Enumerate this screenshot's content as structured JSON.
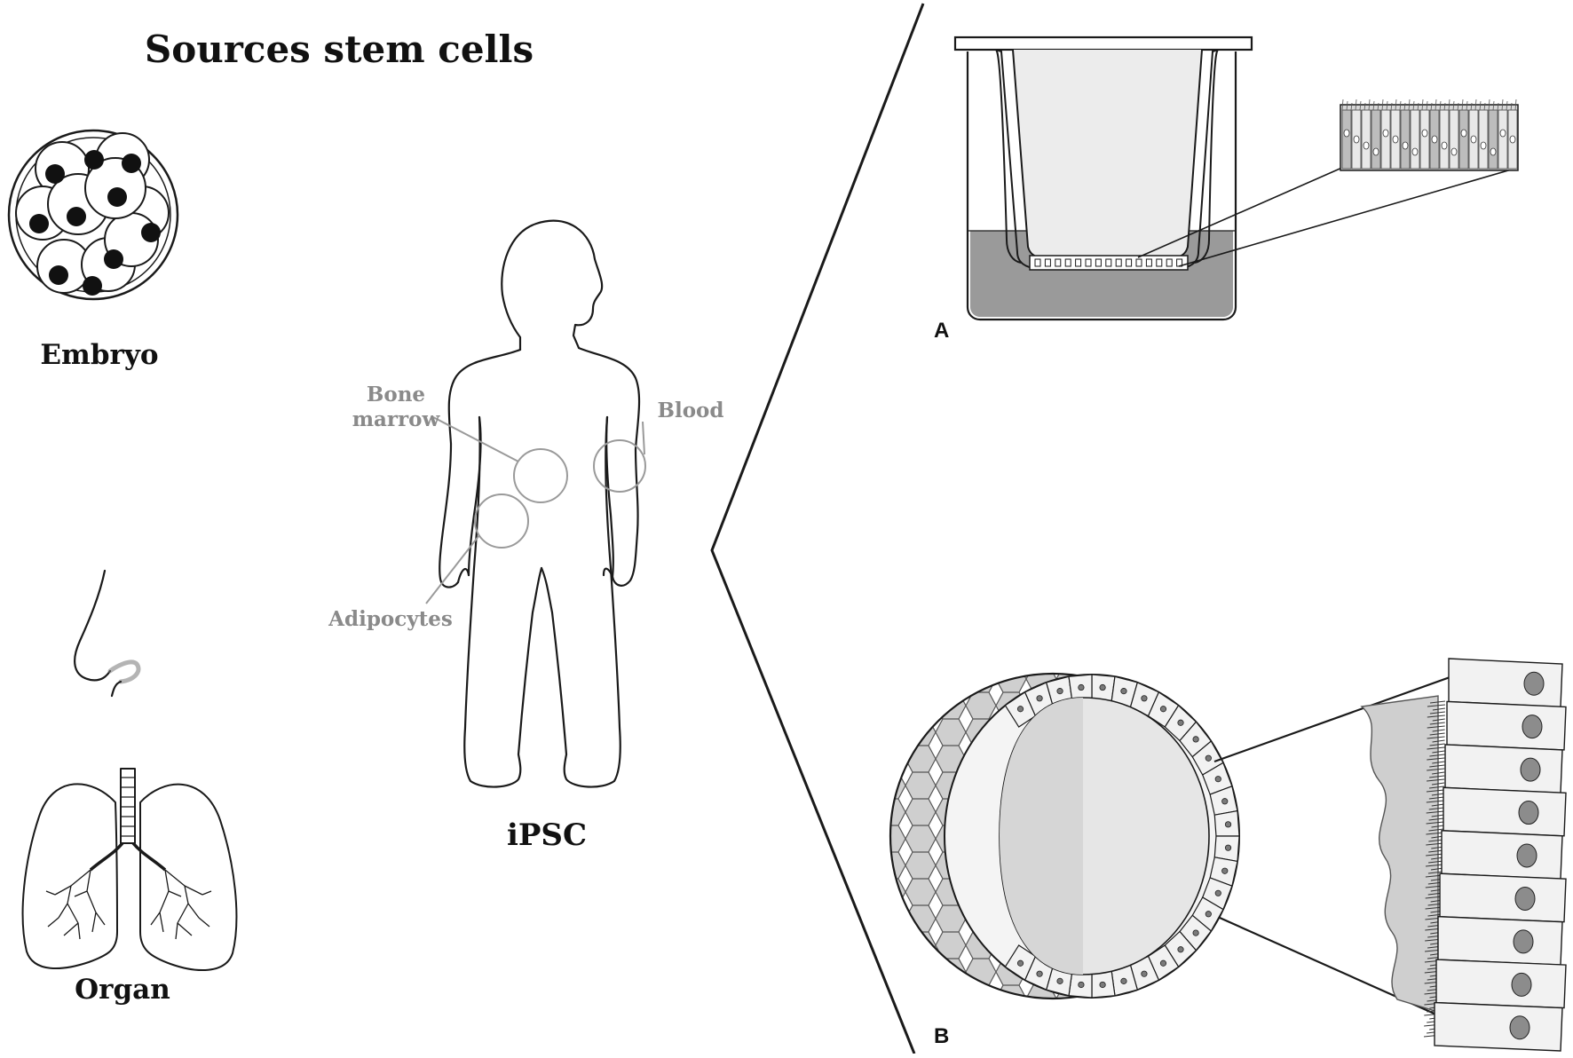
{
  "title": "Sources stem cells",
  "sources": {
    "embryo": "Embryo",
    "organ": "Organ",
    "ipsc": "iPSC"
  },
  "body_sites": {
    "bone_marrow_line1": "Bone",
    "bone_marrow_line2": "marrow",
    "blood": "Blood",
    "adipocytes": "Adipocytes"
  },
  "panels": {
    "a": "A",
    "b": "B"
  },
  "colors": {
    "outline": "#1a1a1a",
    "label_grey": "#8a8a8a",
    "medium_fill": "#9a9a9a",
    "light_fill": "#e6e6e6",
    "cell_fill": "#f2f2f2",
    "nucleus_fill": "#8c8c8c"
  }
}
